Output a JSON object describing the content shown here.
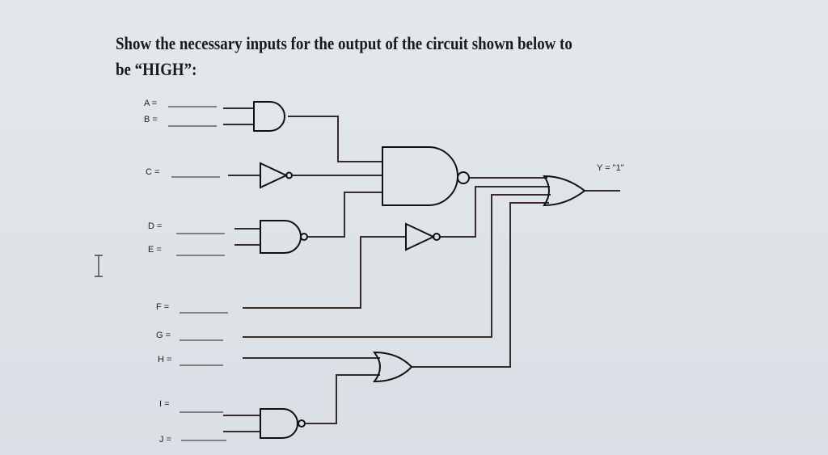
{
  "question": {
    "line1": "Show the necessary inputs for the output of the circuit shown below to",
    "line2": "be “HIGH”:"
  },
  "inputs": {
    "A": "A =",
    "B": "B =",
    "C": "C =",
    "D": "D =",
    "E": "E =",
    "F": "F =",
    "G": "G =",
    "H": "H =",
    "I": "I =",
    "J": "J ="
  },
  "output": {
    "label": "Y = \"1\""
  },
  "colors": {
    "wire": "#3a2a28",
    "gate": "#111111",
    "background": "#e3e8ec"
  },
  "gates": [
    {
      "name": "and-ab",
      "type": "AND"
    },
    {
      "name": "not-c",
      "type": "NOT"
    },
    {
      "name": "nand-main",
      "type": "NAND"
    },
    {
      "name": "or-output",
      "type": "OR"
    },
    {
      "name": "nand-de",
      "type": "NAND"
    },
    {
      "name": "not-mid",
      "type": "NOT"
    },
    {
      "name": "or-gh",
      "type": "OR"
    },
    {
      "name": "nand-ij",
      "type": "NAND"
    }
  ]
}
